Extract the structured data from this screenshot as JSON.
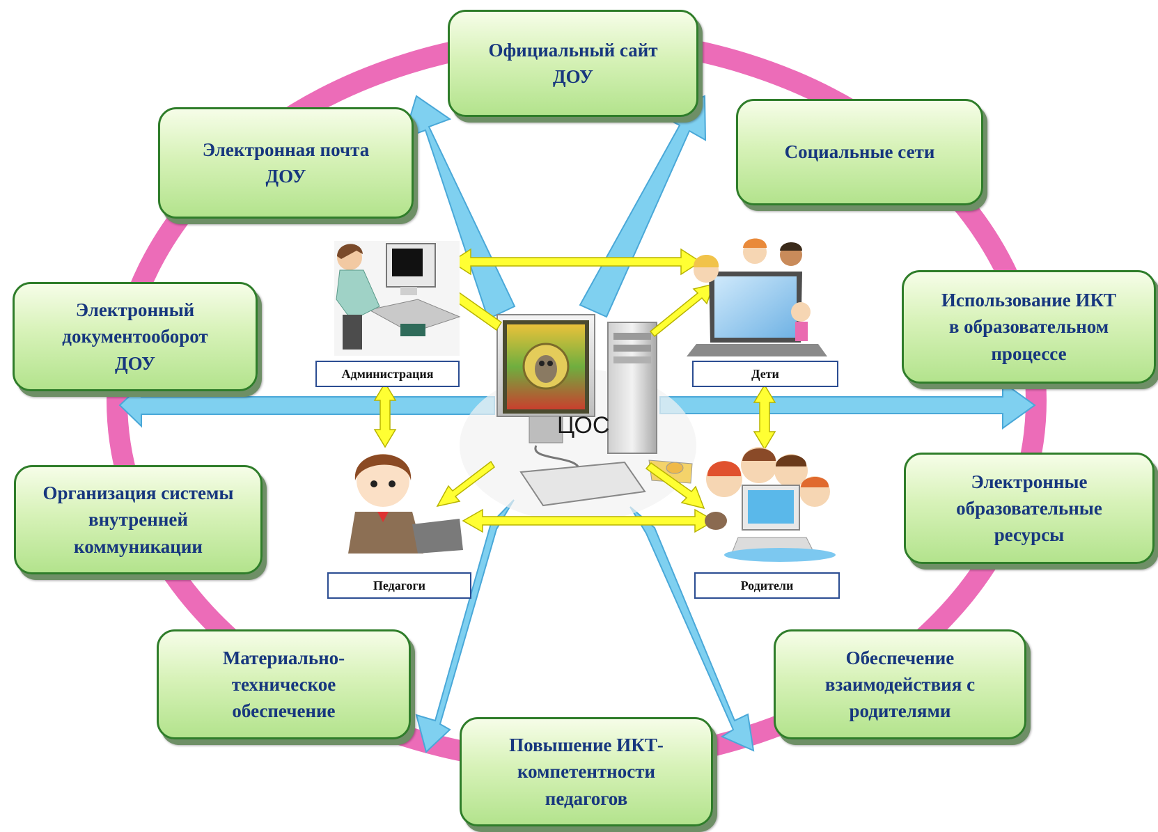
{
  "center": {
    "label": "ЦОС"
  },
  "roles": {
    "administration": "Администрация",
    "children": "Дети",
    "teachers": "Педагоги",
    "parents": "Родители"
  },
  "boxes": {
    "official_site": "Официальный сайт\nДОУ",
    "email": "Электронная почта\nДОУ",
    "social": "Социальные сети",
    "edoc": "Электронный\nдокументооборот\nДОУ",
    "ict_use": "Использование ИКТ\nв образовательном\nпроцессе",
    "internal_comm": "Организация системы\nвнутренней\nкоммуникации",
    "e_resources": "Электронные\nобразовательные\nресурсы",
    "material": "Материально-\nтехническое\nобеспечение",
    "parents_interaction": "Обеспечение\nвзаимодействия с\nродителями",
    "ict_competence": "Повышение ИКТ-\nкомпетентности\nпедагогов"
  },
  "colors": {
    "ring": "#ec6cb8",
    "blue_arrow": "#7fd0f0",
    "blue_arrow_stroke": "#4aa8d8",
    "yellow_arrow": "#ffff33",
    "yellow_arrow_stroke": "#b8b400",
    "box_text": "#17377e"
  },
  "icons": [
    "computer-tower-icon",
    "admin-person-icon",
    "children-laptop-icon",
    "teacher-laptop-icon",
    "parents-family-icon",
    "kindergarten-emblem-icon"
  ]
}
